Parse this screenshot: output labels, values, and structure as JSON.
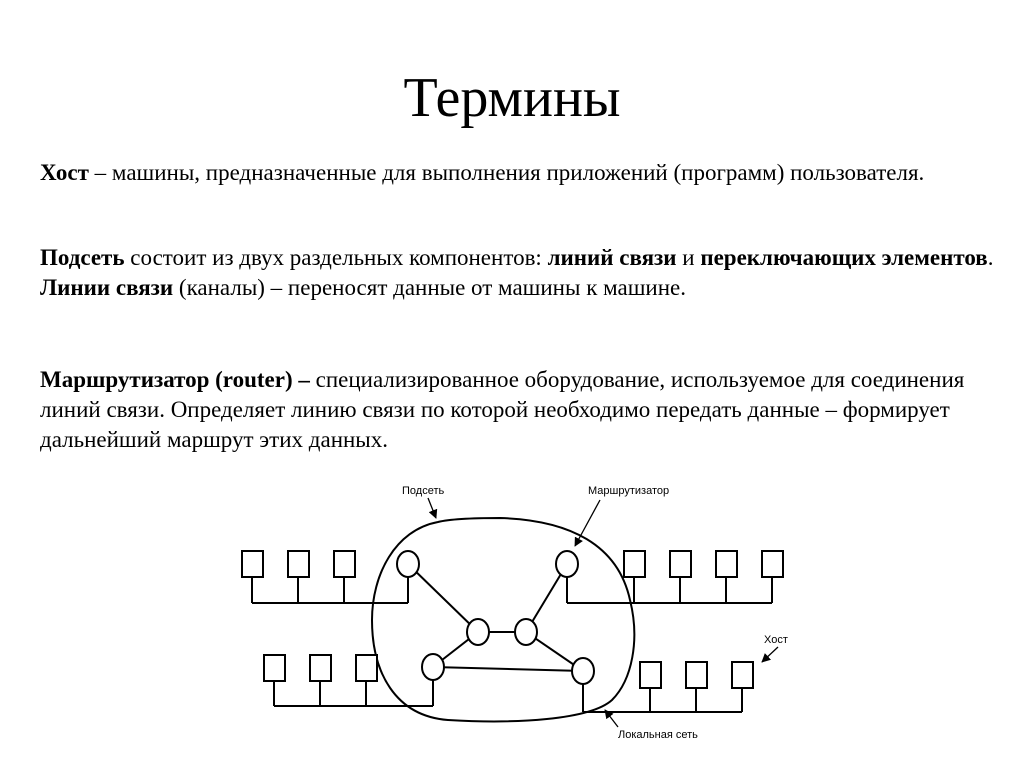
{
  "slide": {
    "title": "Термины",
    "host": {
      "term": "Хост",
      "text": " – машины, предназначенные для выполнения приложений (программ) пользователя."
    },
    "subnet": {
      "term": "Подсеть",
      "text1": " состоит из двух раздельных компонентов: ",
      "term2": "линий связи",
      "text2": " и ",
      "term3": "переключающих элементов",
      "text3": ". ",
      "term4": "Линии связи",
      "text4": " (каналы) – переносят данные от машины к машине."
    },
    "router": {
      "term": "Маршрутизатор (router) –",
      "text": " специализированное оборудование, используемое для соединения линий связи. Определяет линию связи по которой необходимо передать данные – формирует дальнейший маршрут этих данных."
    }
  },
  "diagram": {
    "label_subnet": "Подсеть",
    "label_router": "Маршрутизатор",
    "label_host": "Хост",
    "label_lan": "Локальная сеть"
  }
}
